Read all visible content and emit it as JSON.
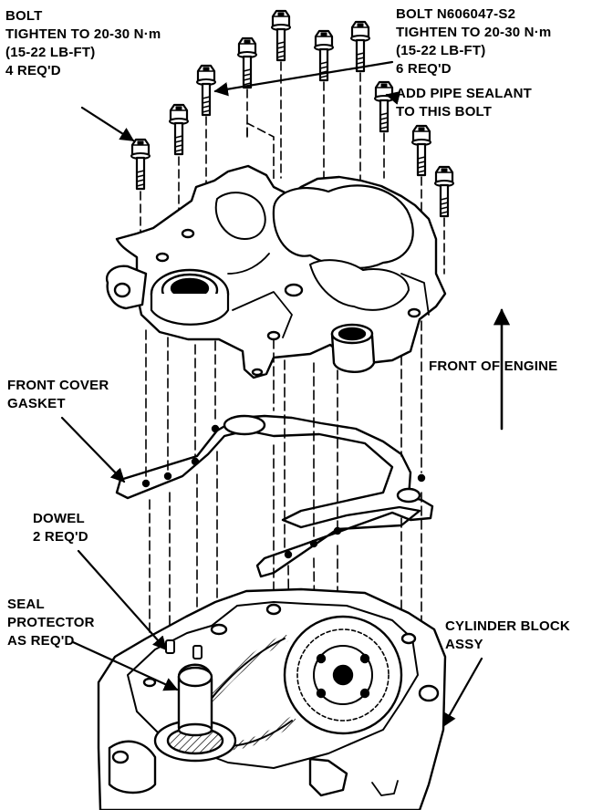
{
  "labels": {
    "bolt_left": {
      "lines": [
        "BOLT",
        "TIGHTEN TO 20-30 N·m",
        "(15-22 LB-FT)",
        "4 REQ'D"
      ]
    },
    "bolt_right": {
      "lines": [
        "BOLT N606047-S2",
        "TIGHTEN TO 20-30 N·m",
        "(15-22 LB-FT)",
        "6 REQ'D"
      ]
    },
    "pipe_sealant": {
      "lines": [
        "ADD PIPE SEALANT",
        "TO THIS BOLT"
      ]
    },
    "front_of_engine": {
      "lines": [
        "FRONT OF ENGINE"
      ]
    },
    "front_cover_gasket": {
      "lines": [
        "FRONT COVER",
        "GASKET"
      ]
    },
    "dowel": {
      "lines": [
        "DOWEL",
        "2 REQ'D"
      ]
    },
    "seal_protector": {
      "lines": [
        "SEAL",
        "PROTECTOR",
        "AS REQ'D"
      ]
    },
    "cylinder_block": {
      "lines": [
        "CYLINDER BLOCK",
        "ASSY"
      ]
    }
  },
  "colors": {
    "ink": "#000000",
    "paper": "#ffffff"
  }
}
